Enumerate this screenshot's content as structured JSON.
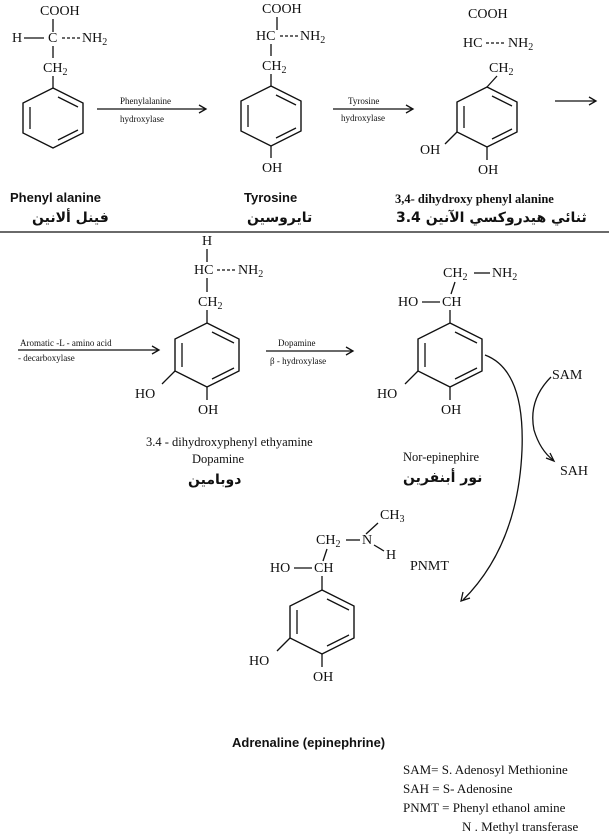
{
  "compounds": {
    "phenylalanine": {
      "en": "Phenyl alanine",
      "ar": "فينل ألانين"
    },
    "tyrosine": {
      "en": "Tyrosine",
      "ar": "تايروسين"
    },
    "dopa": {
      "en": "3,4- dihydroxy phenyl alanine",
      "ar": "3.4 ثنائي هيدروكسي الآنين"
    },
    "dopamine": {
      "en1": "3.4 - dihydroxyphenyl ethyamine",
      "en2": "Dopamine",
      "ar": "دوبامين"
    },
    "norepi": {
      "en": "Nor-epinephire",
      "ar": "نور أبنفرين"
    },
    "adrenaline": {
      "en": "Adrenaline (epinephrine)"
    }
  },
  "enzymes": {
    "pah": [
      "Phenylalanine",
      "hydroxylase"
    ],
    "th": [
      "Tyrosine",
      "hydroxylase"
    ],
    "aadc": [
      "Aromatic -L - amino acid",
      "- decarboxylase"
    ],
    "dbh": [
      "Dopamine",
      "β - hydroxylase"
    ],
    "pnmt": "PNMT",
    "sam": "SAM",
    "sah": "SAH"
  },
  "labels": {
    "cooh": "COOH",
    "nh2": "NH",
    "nh2_sub": "2",
    "h": "H",
    "hc": "HC",
    "ch2": "CH",
    "ch2_sub": "2",
    "ch": "CH",
    "ho": "HO",
    "oh": "OH",
    "ch3": "CH",
    "ch3_sub": "3",
    "n": "N",
    "c": "C"
  },
  "legend": [
    "SAM= S. Adenosyl Methionine",
    "SAH = S- Adenosine",
    "PNMT = Phenyl ethanol amine",
    "N . Methyl transferase"
  ]
}
